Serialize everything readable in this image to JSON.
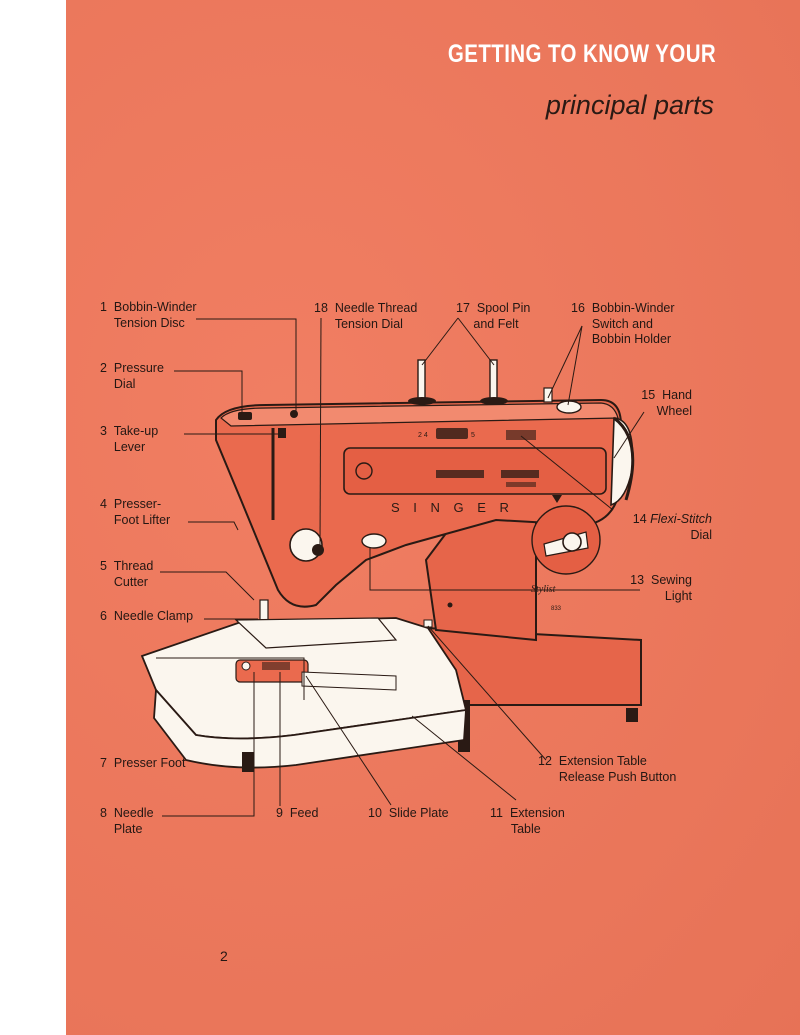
{
  "header": {
    "title": "GETTING TO KNOW YOUR",
    "subtitle": "principal parts"
  },
  "parts": [
    {
      "number": "1",
      "line1": "Bobbin-Winder",
      "line2": "Tension Disc"
    },
    {
      "number": "2",
      "line1": "Pressure",
      "line2": "Dial"
    },
    {
      "number": "3",
      "line1": "Take-up",
      "line2": "Lever"
    },
    {
      "number": "4",
      "line1": "Presser-",
      "line2": "Foot Lifter"
    },
    {
      "number": "5",
      "line1": "Thread",
      "line2": "Cutter"
    },
    {
      "number": "6",
      "line1": "Needle Clamp"
    },
    {
      "number": "7",
      "line1": "Presser Foot"
    },
    {
      "number": "8",
      "line1": "Needle",
      "line2": "Plate"
    },
    {
      "number": "9",
      "line1": "Feed"
    },
    {
      "number": "10",
      "line1": "Slide Plate"
    },
    {
      "number": "11",
      "line1": "Extension",
      "line2": "Table"
    },
    {
      "number": "12",
      "line1": "Extension Table",
      "line2": "Release Push Button"
    },
    {
      "number": "13",
      "line1": "Sewing",
      "line2": "Light"
    },
    {
      "number": "14",
      "line1": "Flexi-Stitch",
      "line2": "Dial"
    },
    {
      "number": "15",
      "line1": "Hand",
      "line2": "Wheel"
    },
    {
      "number": "16",
      "line1": "Bobbin-Winder",
      "line2": "Switch and",
      "line3": "Bobbin Holder"
    },
    {
      "number": "17",
      "line1": "Spool Pin",
      "line2": "and Felt"
    },
    {
      "number": "18",
      "line1": "Needle Thread",
      "line2": "Tension Dial"
    }
  ],
  "machine": {
    "brand": "S I N G E R",
    "model_script": "Stylist",
    "model_number": "833"
  },
  "page_number": "2",
  "colors": {
    "page": "#f0775a",
    "ink": "#241713",
    "white_parts": "#fbf6ee"
  }
}
